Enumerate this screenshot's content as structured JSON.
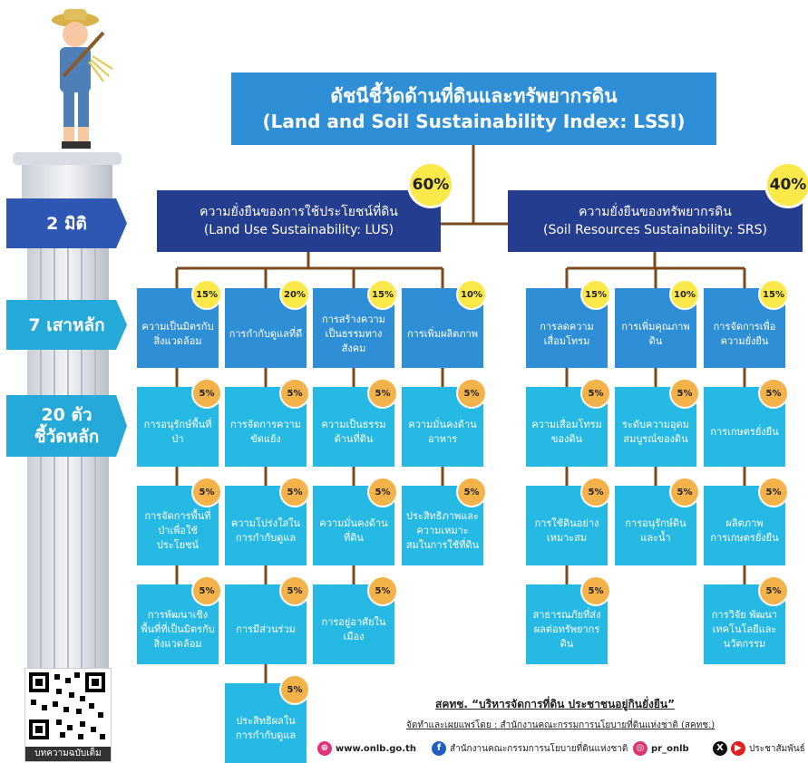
{
  "title": {
    "th": "ดัชนีชี้วัดด้านที่ดินและทรัพยากรดิน",
    "en": "(Land and Soil Sustainability Index: LSSI)"
  },
  "side_labels": {
    "dimensions": "2 มิติ",
    "pillars": "7 เสาหลัก",
    "indicators_l1": "20 ตัว",
    "indicators_l2": "ชี้วัดหลัก"
  },
  "dimensions": [
    {
      "th": "ความยั่งยืนของการใช้ประโยชน์ที่ดิน",
      "en": "(Land Use Sustainability: LUS)",
      "weight": "60%"
    },
    {
      "th": "ความยั่งยืนของทรัพยากรดิน",
      "en": "(Soil Resources Sustainability: SRS)",
      "weight": "40%"
    }
  ],
  "pillars": [
    {
      "label": "ความเป็นมิตรกับสิ่งแวดล้อม",
      "weight": "15%"
    },
    {
      "label": "การกำกับดูแลที่ดี",
      "weight": "20%"
    },
    {
      "label": "การสร้างความเป็นธรรมทางสังคม",
      "weight": "15%"
    },
    {
      "label": "การเพิ่มผลิตภาพ",
      "weight": "10%"
    },
    {
      "label": "การลดความเสื่อมโทรม",
      "weight": "15%"
    },
    {
      "label": "การเพิ่มคุณภาพดิน",
      "weight": "10%"
    },
    {
      "label": "การจัดการเพื่อความยั่งยืน",
      "weight": "15%"
    }
  ],
  "indicators": [
    [
      {
        "label": "การอนุรักษ์พื้นที่ป่า",
        "weight": "5%"
      },
      {
        "label": "การจัดการพื้นที่ป่าเพื่อใช้ประโยชน์",
        "weight": "5%"
      },
      {
        "label": "การพัฒนาเชิงพื้นที่ที่เป็นมิตรกับสิ่งแวดล้อม",
        "weight": "5%"
      }
    ],
    [
      {
        "label": "การจัดการความขัดแย้ง",
        "weight": "5%"
      },
      {
        "label": "ความโปร่งใสในการกำกับดูแล",
        "weight": "5%"
      },
      {
        "label": "การมีส่วนร่วม",
        "weight": "5%"
      },
      {
        "label": "ประสิทธิผลในการกำกับดูแล",
        "weight": "5%"
      }
    ],
    [
      {
        "label": "ความเป็นธรรมด้านที่ดิน",
        "weight": "5%"
      },
      {
        "label": "ความมั่นคงด้านที่ดิน",
        "weight": "5%"
      },
      {
        "label": "การอยู่อาศัยในเมือง",
        "weight": "5%"
      }
    ],
    [
      {
        "label": "ความมั่นคงด้านอาหาร",
        "weight": "5%"
      },
      {
        "label": "ประสิทธิภาพและความเหมาะสมในการใช้ที่ดิน",
        "weight": "5%"
      }
    ],
    [
      {
        "label": "ความเสื่อมโทรมของดิน",
        "weight": "5%"
      },
      {
        "label": "การใช้ดินอย่างเหมาะสม",
        "weight": "5%"
      },
      {
        "label": "สาธารณภัยที่ส่งผลต่อทรัพยากรดิน",
        "weight": "5%"
      }
    ],
    [
      {
        "label": "ระดับความอุดมสมบูรณ์ของดิน",
        "weight": "5%"
      },
      {
        "label": "การอนุรักษ์ดินและน้ำ",
        "weight": "5%"
      }
    ],
    [
      {
        "label": "การเกษตรยั่งยืน",
        "weight": "5%"
      },
      {
        "label": "ผลิตภาพการเกษตรยั่งยืน",
        "weight": "5%"
      },
      {
        "label": "การวิจัย พัฒนาเทคโนโลยีและนวัตกรรม",
        "weight": "5%"
      }
    ]
  ],
  "footer": {
    "slogan": "สคทช. “บริหารจัดการที่ดิน ประชาชนอยู่กินยั่งยืน”",
    "publisher": "จัดทำและเผยแพร่โดย : สำนักงานคณะกรรมการนโยบายที่ดินแห่งชาติ (สคทช.)",
    "website": "www.onlb.go.th",
    "facebook": "สำนักงานคณะกรรมการนโยบายที่ดินแห่งชาติ",
    "instagram": "pr_onlb",
    "x_youtube": "ประชาสัมพันธ์",
    "qr_caption": "บทความฉบับเต็ม"
  },
  "colors": {
    "title": "#2f8fd6",
    "dimension": "#243d8f",
    "pillar": "#2f8fd6",
    "indicator": "#26b9e3",
    "connector": "#7a4a1c",
    "badge": "#fbe84a",
    "indicator_badge": "#f4b24a"
  }
}
